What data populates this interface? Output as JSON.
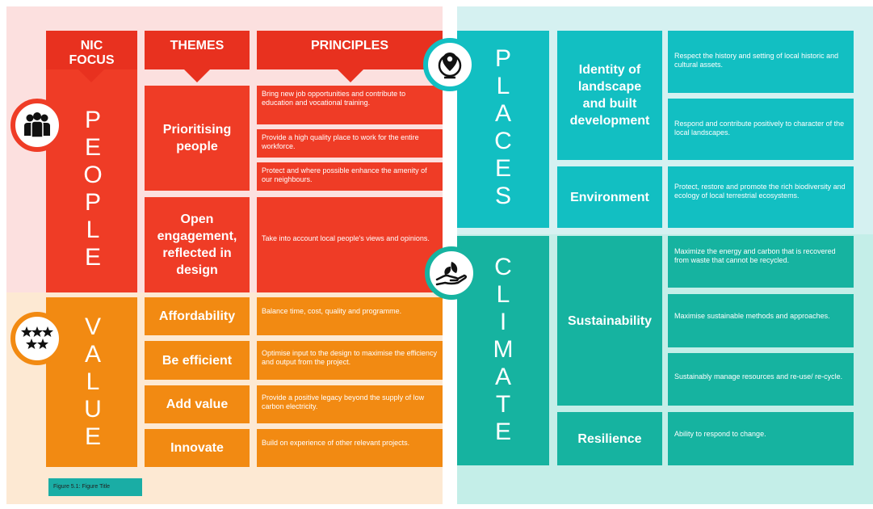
{
  "colors": {
    "people_bg": "#fce0df",
    "value_bg": "#fde9d3",
    "places_bg": "#d5f1f1",
    "climate_bg": "#c4eee8",
    "red_dark": "#e8311f",
    "red": "#ef3c26",
    "orange": "#f28a12",
    "teal": "#12bfc2",
    "teal_climate": "#16b3a0",
    "caption_bg": "#1aada5"
  },
  "headers": {
    "focus": "NIC FOCUS",
    "themes": "THEMES",
    "principles": "PRINCIPLES"
  },
  "people": {
    "label_letters": [
      "P",
      "E",
      "O",
      "P",
      "L",
      "E"
    ],
    "icon": "people-group-icon",
    "themes": [
      {
        "label": "Prioritising people"
      },
      {
        "label": "Open engagement, reflected in design"
      }
    ],
    "principles": [
      "Bring new job opportunities and contribute to education and vocational training.",
      "Provide a high quality place to work for the entire workforce.",
      "Protect and where possible enhance the amenity of our neighbours.",
      "Take into account local people's views and opinions."
    ]
  },
  "value": {
    "label_letters": [
      "V",
      "A",
      "L",
      "U",
      "E"
    ],
    "icon": "stars-icon",
    "themes": [
      {
        "label": "Affordability",
        "principle": "Balance time, cost, quality and programme."
      },
      {
        "label": "Be efficient",
        "principle": "Optimise input to the design to maximise the efficiency and output from the project."
      },
      {
        "label": "Add value",
        "principle": "Provide a positive legacy beyond the supply of low carbon electricity."
      },
      {
        "label": "Innovate",
        "principle": "Build on experience of other relevant projects."
      }
    ]
  },
  "places": {
    "label_letters": [
      "P",
      "L",
      "A",
      "C",
      "E",
      "S"
    ],
    "icon": "globe-pin-icon",
    "themes": [
      {
        "label": "Identity of landscape and built development"
      },
      {
        "label": "Environment"
      }
    ],
    "principles": [
      "Respect the history and setting of local historic and cultural assets.",
      "Respond and contribute positively  to character of the local landscapes.",
      "Protect, restore and promote the rich biodiversity and ecology of local terrestrial ecosystems."
    ]
  },
  "climate": {
    "label_letters": [
      "C",
      "L",
      "I",
      "M",
      "A",
      "T",
      "E"
    ],
    "icon": "hand-leaf-icon",
    "themes": [
      {
        "label": "Sustainability"
      },
      {
        "label": "Resilience"
      }
    ],
    "principles": [
      "Maximize the energy and carbon that is recovered from waste that cannot be recycled.",
      "Maximise sustainable methods and approaches.",
      "Sustainably manage resources and re-use/ re-cycle.",
      "Ability to respond to change."
    ]
  },
  "caption": "Figure 5.1: Figure Title"
}
